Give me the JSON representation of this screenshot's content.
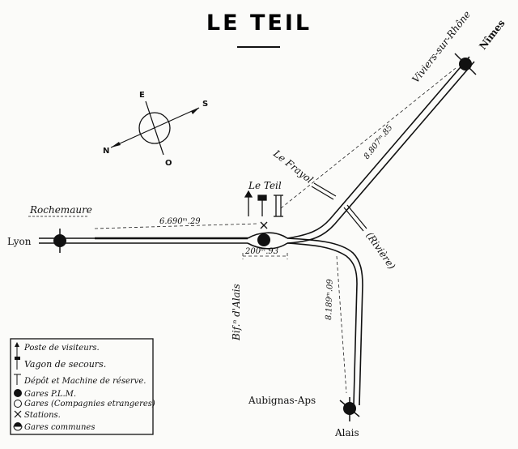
{
  "title": "LE TEIL",
  "places": {
    "lyon": "Lyon",
    "rochemaure": "Rochemaure",
    "le_teil": "Le Teil",
    "viviers": "Viviers-sur-Rhône",
    "nimes": "Nîmes",
    "le_frayol": "Le Frayol",
    "riviere": "(Rivière)",
    "aubignas": "Aubignas-Aps",
    "alais": "Alais",
    "branch": "Bif.ⁿ d'Alais"
  },
  "distances": {
    "lyon_leteil": "6.690ᵐ.29",
    "leteil_viviers": "8.807ᵐ.85",
    "leteil_alais": "8.189ᵐ.09",
    "branch_short": "200ᵐ.93"
  },
  "compass": {
    "n": "N",
    "s": "S",
    "e": "E",
    "o": "O"
  },
  "legend": [
    "Poste de visiteurs.",
    "Vagon de secours.",
    "Dépôt et Machine de réserve.",
    "Gares P.L.M.",
    "Gares (Compagnies etrangeres)",
    "Stations.",
    "Gares communes"
  ]
}
